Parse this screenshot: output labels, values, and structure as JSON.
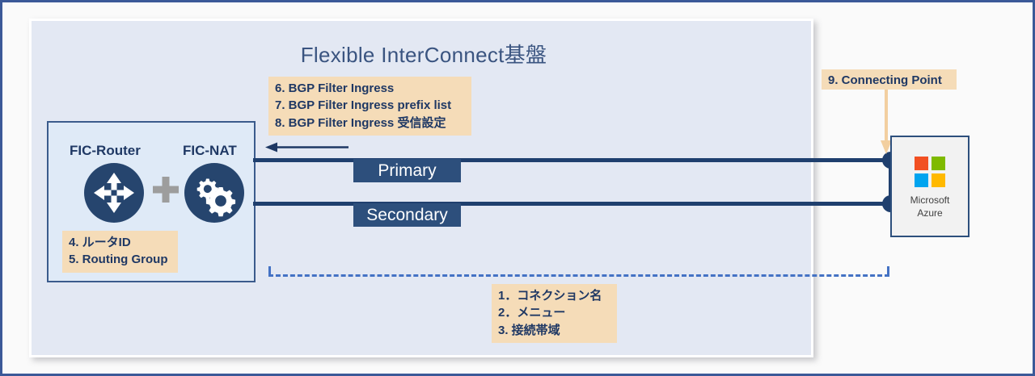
{
  "panel": {
    "title": "Flexible InterConnect基盤"
  },
  "devices": {
    "router_label": "FIC-Router",
    "router_icon": "four-way-arrows-icon",
    "nat_label": "FIC-NAT",
    "nat_icon": "gears-icon",
    "separator_icon": "plus-icon"
  },
  "notes": {
    "router": [
      "4. ルータID",
      "5. Routing Group"
    ],
    "bgp": [
      "6. BGP Filter Ingress",
      "7. BGP Filter Ingress prefix list",
      "8. BGP Filter Ingress 受信設定"
    ],
    "connection": [
      "1．コネクション名",
      "2．メニュー",
      "3. 接続帯域"
    ],
    "connecting_point": "9. Connecting Point"
  },
  "links": {
    "primary_label": "Primary",
    "secondary_label": "Secondary"
  },
  "cloud": {
    "name_line1": "Microsoft",
    "name_line2": "Azure",
    "logo_icon": "microsoft-logo-icon",
    "logo_colors": {
      "top_left": "#f25022",
      "top_right": "#7fba00",
      "bottom_left": "#00a4ef",
      "bottom_right": "#ffb900"
    }
  },
  "colors": {
    "panel_bg": "#e3e8f3",
    "device_box_bg": "#dfeaf7",
    "navy": "#1f3864",
    "trunk": "#1f3f6e",
    "chip_bg": "#2d4f7c",
    "note_bg": "#f5dcb8",
    "dashed": "#4472c4",
    "arrow_tan": "#f2cfa0",
    "border": "#3b5998"
  }
}
